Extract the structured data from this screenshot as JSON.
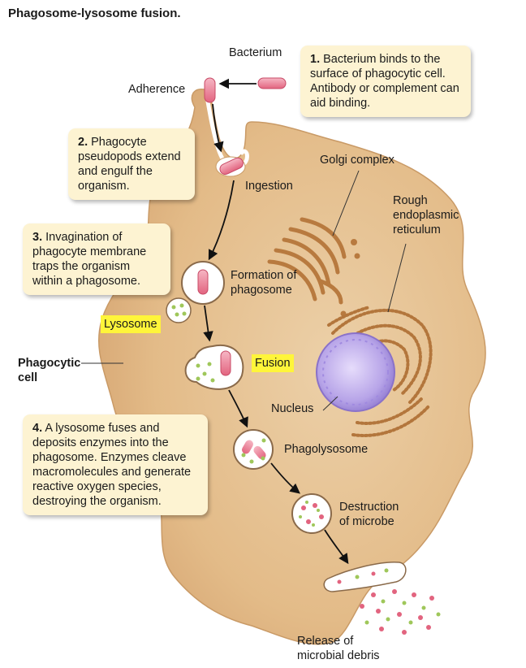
{
  "title": "Phagosome-lysosome fusion.",
  "steps": [
    {
      "num": "1.",
      "text": "Bacterium binds to the surface of phagocytic cell. Antibody or complement can aid binding."
    },
    {
      "num": "2.",
      "text": "Phagocyte pseudopods extend and engulf the organism."
    },
    {
      "num": "3.",
      "text": "Invagination of phagocyte membrane traps the organism within a phagosome."
    },
    {
      "num": "4.",
      "text": "A lysosome fuses and deposits enzymes into the phagosome. Enzymes cleave macromolecules and generate reactive oxygen species, destroying the organism."
    }
  ],
  "labels": {
    "bacterium": "Bacterium",
    "adherence": "Adherence",
    "ingestion": "Ingestion",
    "golgi": "Golgi complex",
    "rough_er_1": "Rough",
    "rough_er_2": "endoplasmic",
    "rough_er_3": "reticulum",
    "formation_1": "Formation of",
    "formation_2": "phagosome",
    "lysosome": "Lysosome",
    "fusion": "Fusion",
    "phagocytic_1": "Phagocytic",
    "phagocytic_2": "cell",
    "nucleus": "Nucleus",
    "phagolysosome": "Phagolysosome",
    "destruction_1": "Destruction",
    "destruction_2": "of microbe",
    "release_1": "Release of",
    "release_2": "microbial debris"
  },
  "colors": {
    "cell": "#e5bf8f",
    "cell_edge": "#c79a6a",
    "bacterium": "#ef8fa3",
    "enzyme": "#9fc75a",
    "nucleus": "#b9a6e6",
    "er": "#b3763c",
    "highlight": "#fff53a",
    "callout": "#fdf3d2"
  }
}
